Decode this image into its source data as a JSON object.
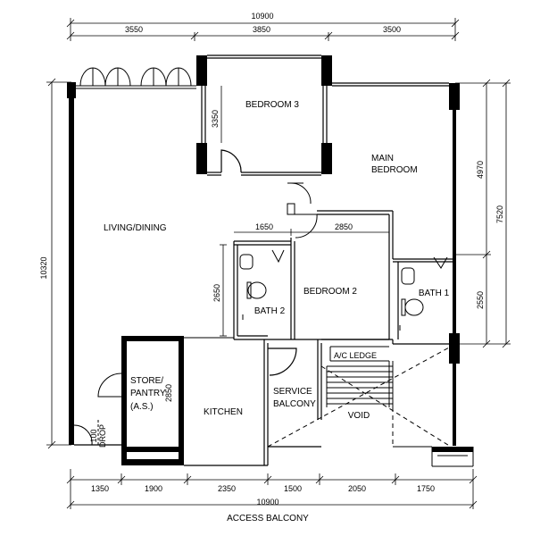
{
  "dims_top": {
    "overall": "10900",
    "segments": [
      "3550",
      "3850",
      "3500"
    ]
  },
  "dims_bottom": {
    "overall": "10900",
    "segments": [
      "1350",
      "1900",
      "2350",
      "1500",
      "2050",
      "1750"
    ]
  },
  "dims_left": {
    "overall": "10320"
  },
  "dims_right": {
    "upper": "4970",
    "overall": "7520",
    "lower": "2550"
  },
  "dims_inner": {
    "bedroom3_depth": "3350",
    "bath2_width": "1650",
    "bedroom2_width": "2850",
    "bath2_depth": "2650",
    "store_depth": "2850"
  },
  "rooms": {
    "bedroom3": "BEDROOM 3",
    "main_bedroom_l1": "MAIN",
    "main_bedroom_l2": "BEDROOM",
    "living_dining": "LIVING/DINING",
    "bedroom2": "BEDROOM 2",
    "bath1": "BATH 1",
    "bath2": "BATH 2",
    "store_l1": "STORE/",
    "store_l2": "PANTRY",
    "store_l3": "(A.S.)",
    "kitchen": "KITCHEN",
    "service_l1": "SERVICE",
    "service_l2": "BALCONY",
    "ac_ledge": "A/C LEDGE",
    "void": "VOID",
    "drop_l1": "100",
    "drop_l2": "DROP"
  },
  "access_balcony": "ACCESS BALCONY"
}
